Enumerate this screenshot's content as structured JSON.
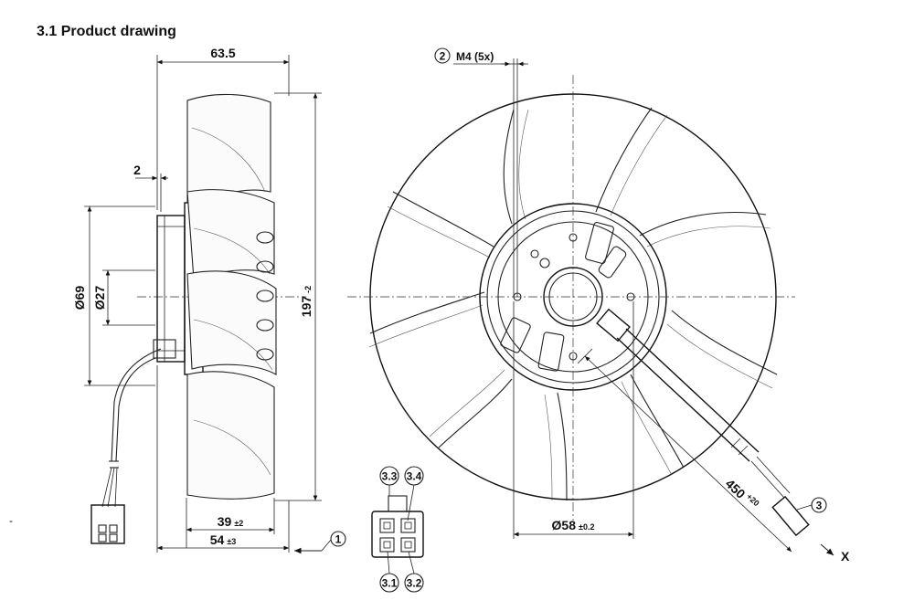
{
  "title": "3.1 Product drawing",
  "side_view": {
    "dim_depth": "63.5",
    "dim_offset": "2",
    "dim_outer_diameter": "Ø69",
    "dim_inner_diameter": "Ø27",
    "dim_height_main": "197",
    "dim_height_tol": "-2",
    "dim_39_main": "39",
    "dim_39_tol": "±2",
    "dim_54_main": "54",
    "dim_54_tol": "±3",
    "callout_1": "1"
  },
  "front_view": {
    "callout_2": "2",
    "thread_label": "M4 (5x)",
    "dim_hub_main": "Ø58",
    "dim_hub_tol": "±0.2",
    "dim_cable_main": "450",
    "dim_cable_tol": "+20",
    "callout_3": "3",
    "view_x": "X"
  },
  "connector": {
    "pin_3_3": "3.3",
    "pin_3_4": "3.4",
    "pin_3_1": "3.1",
    "pin_3_2": "3.2"
  },
  "stray_mark": "-"
}
